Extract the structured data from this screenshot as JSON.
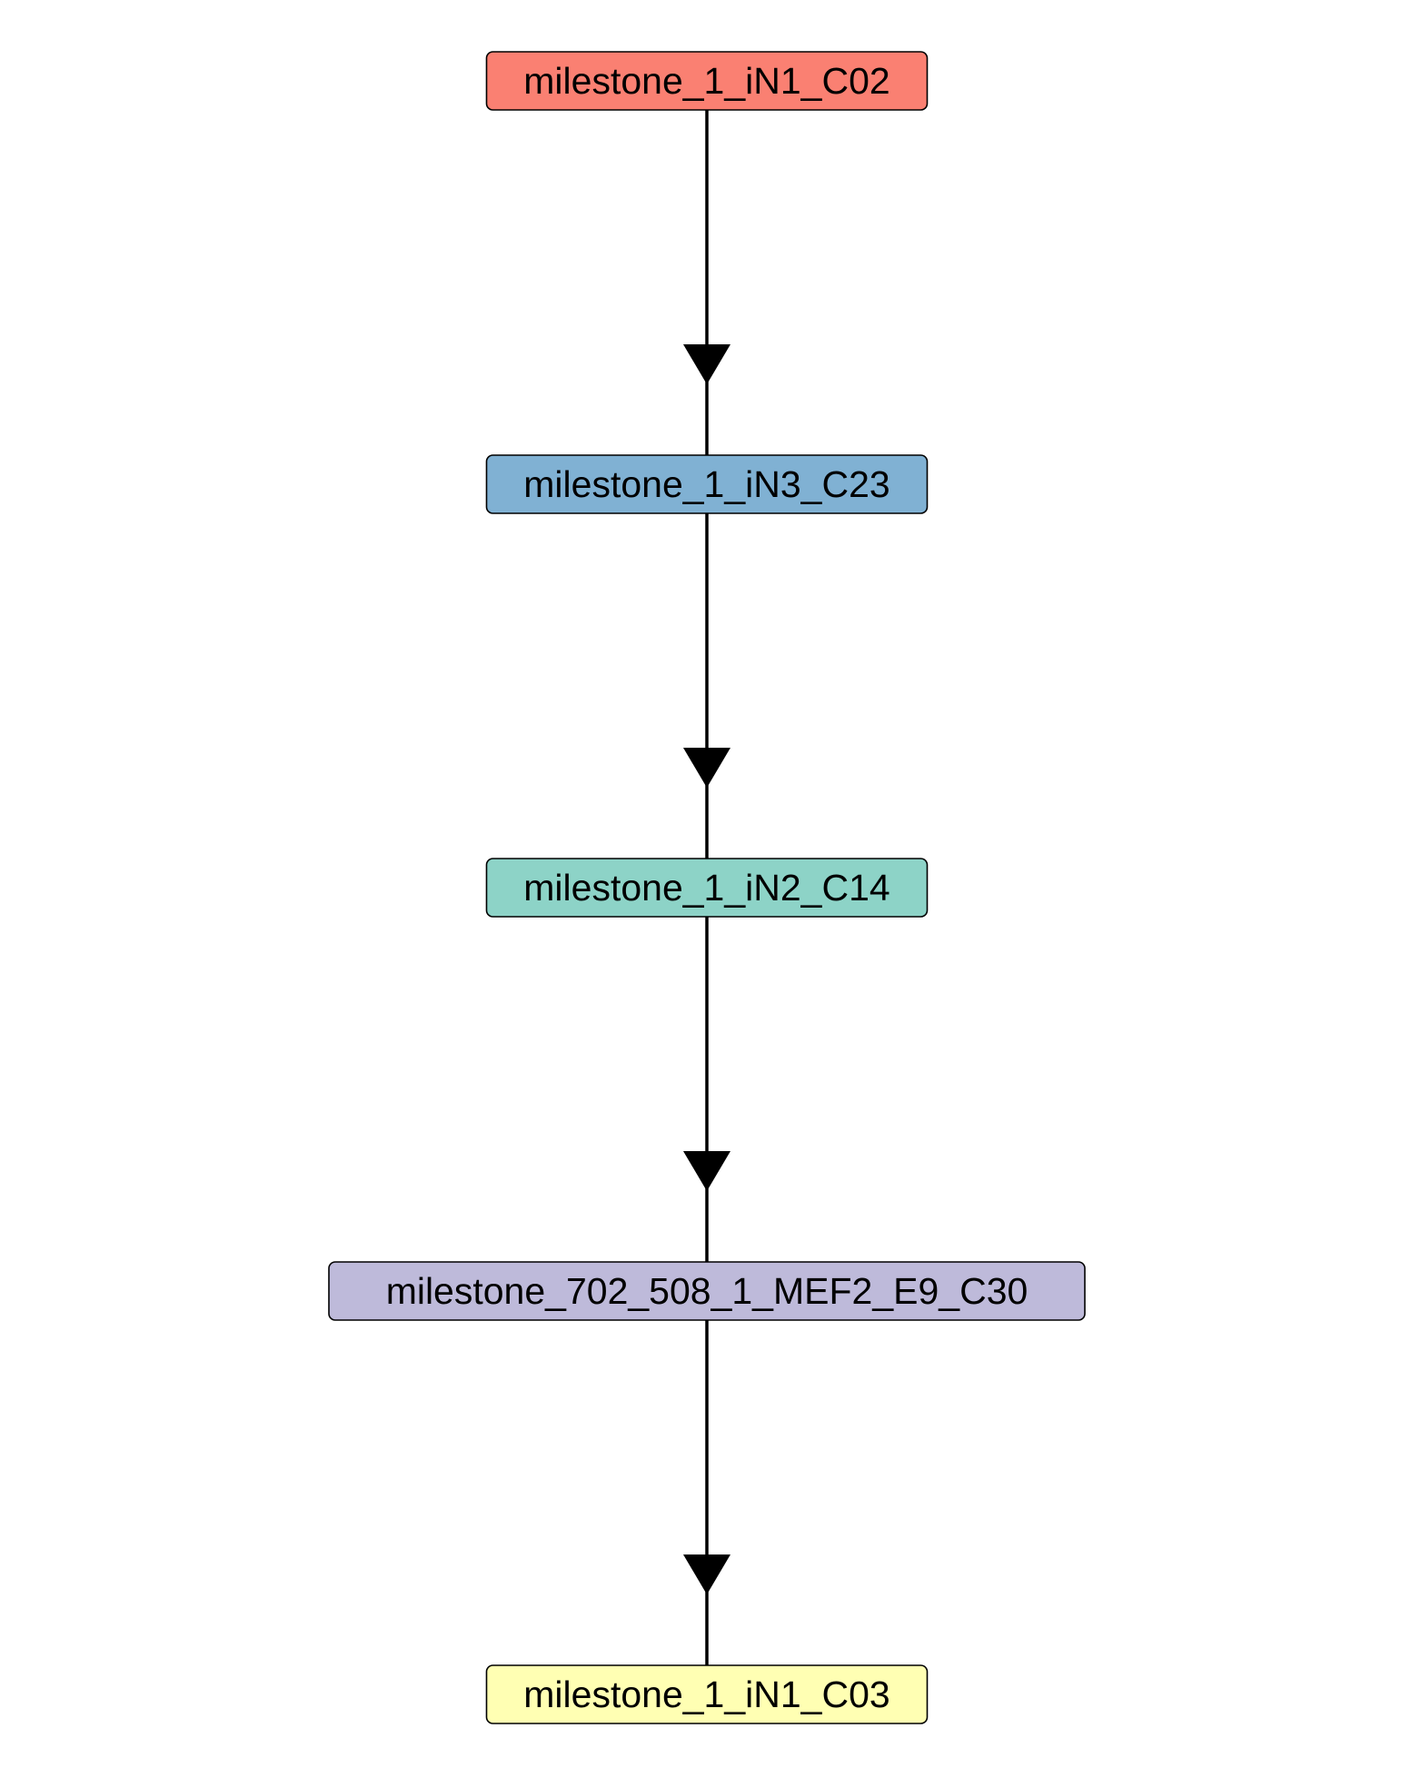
{
  "diagram": {
    "type": "linear-trajectory",
    "direction": "top-to-bottom",
    "nodes": [
      {
        "id": "n1",
        "label": "milestone_1_iN1_C02",
        "color": "#FA8072"
      },
      {
        "id": "n2",
        "label": "milestone_1_iN3_C23",
        "color": "#80B1D3"
      },
      {
        "id": "n3",
        "label": "milestone_1_iN2_C14",
        "color": "#8DD3C7"
      },
      {
        "id": "n4",
        "label": "milestone_702_508_1_MEF2_E9_C30",
        "color": "#BEBADA"
      },
      {
        "id": "n5",
        "label": "milestone_1_iN1_C03",
        "color": "#FFFFB3"
      }
    ],
    "edges": [
      {
        "from": "n1",
        "to": "n2"
      },
      {
        "from": "n2",
        "to": "n3"
      },
      {
        "from": "n3",
        "to": "n4"
      },
      {
        "from": "n4",
        "to": "n5"
      }
    ]
  }
}
